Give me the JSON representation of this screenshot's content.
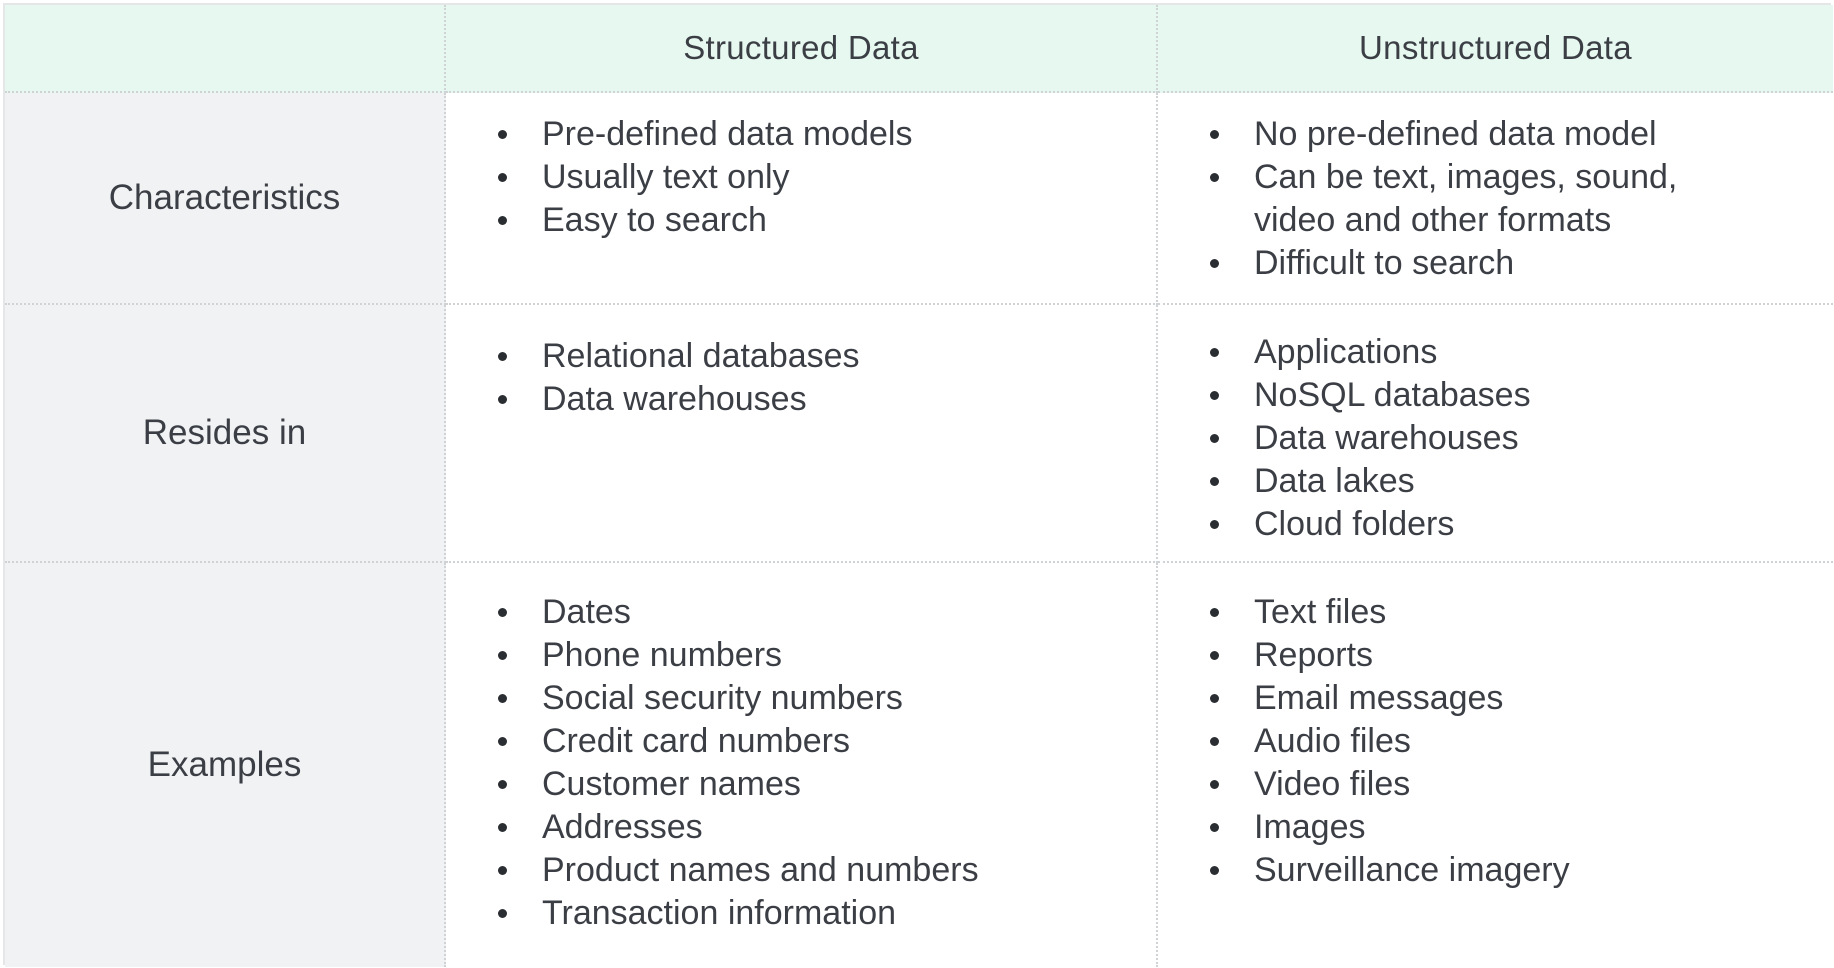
{
  "header": {
    "corner": "",
    "col1": "Structured Data",
    "col2": "Unstructured Data"
  },
  "rows": [
    {
      "label": "Characteristics",
      "structured": [
        "Pre-defined data models",
        "Usually text only",
        "Easy to search"
      ],
      "unstructured": [
        "No pre-defined data model",
        "Can be text, images, sound, video and other formats",
        "Difficult to search"
      ]
    },
    {
      "label": "Resides in",
      "structured": [
        "Relational databases",
        "Data warehouses"
      ],
      "unstructured": [
        "Applications",
        "NoSQL databases",
        "Data warehouses",
        "Data lakes",
        "Cloud folders"
      ]
    },
    {
      "label": "Examples",
      "structured": [
        "Dates",
        "Phone numbers",
        "Social security numbers",
        "Credit card numbers",
        "Customer names",
        "Addresses",
        "Product names and numbers",
        "Transaction information"
      ],
      "unstructured": [
        "Text files",
        "Reports",
        "Email messages",
        "Audio files",
        "Video files",
        "Images",
        "Surveillance imagery"
      ]
    }
  ],
  "colors": {
    "header_bg": "#e6f8ef",
    "label_bg": "#f1f2f4",
    "text": "#3b3f45",
    "grid": "#cfd3d6"
  }
}
